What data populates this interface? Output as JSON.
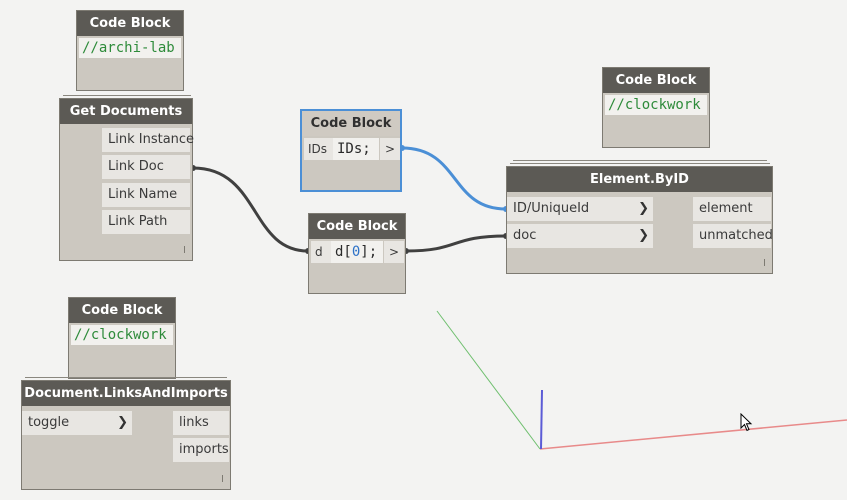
{
  "nodes": {
    "code1": {
      "title": "Code Block",
      "code": "//archi-lab"
    },
    "get_documents": {
      "title": "Get Documents",
      "outputs": [
        "Link Instance",
        "Link Doc",
        "Link Name",
        "Link Path"
      ]
    },
    "code_ids": {
      "title": "Code Block",
      "input": "IDs",
      "code": "IDs;",
      "output": ">"
    },
    "code_d": {
      "title": "Code Block",
      "input": "d",
      "code_prefix": "d[",
      "code_num": "0",
      "code_suffix": "];",
      "output": ">"
    },
    "code_clockwork1": {
      "title": "Code Block",
      "code": "//clockwork"
    },
    "element_byid": {
      "title": "Element.ByID",
      "inputs": [
        "ID/UniqueId",
        "doc"
      ],
      "outputs": [
        "element",
        "unmatched"
      ]
    },
    "code_clockwork2": {
      "title": "Code Block",
      "code": "//clockwork"
    },
    "links_imports": {
      "title": "Document.LinksAndImports",
      "inputs": [
        "toggle"
      ],
      "outputs": [
        "links",
        "imports"
      ]
    }
  },
  "colors": {
    "wire_dark": "#404040",
    "wire_selected": "#4b8fd6",
    "axis_x": "#e88a8a",
    "axis_y": "#6fbf6f",
    "axis_z": "#5b5bd6"
  },
  "icons": [
    "arrow-cursor-icon"
  ]
}
